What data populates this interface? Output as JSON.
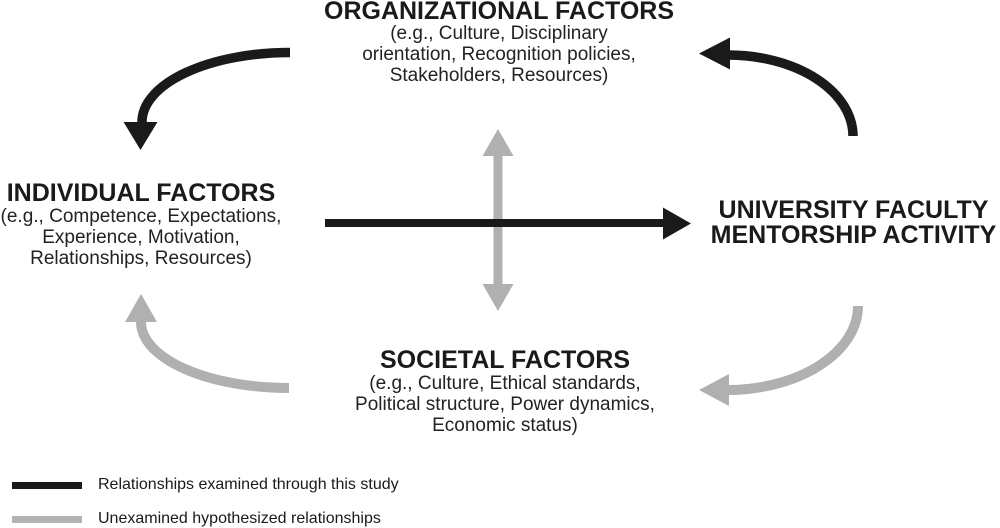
{
  "figure": {
    "type": "conceptual-model-diagram",
    "background": "#ffffff",
    "colors": {
      "examined_relationship": "#1a1a1a",
      "unexamined_relationship": "#b0b0b0",
      "text": "#1a1a1a"
    }
  },
  "nodes": {
    "organizational": {
      "title": "ORGANIZATIONAL FACTORS",
      "subtitle_lines": [
        "(e.g., Culture, Disciplinary",
        "orientation, Recognition policies,",
        "Stakeholders, Resources)"
      ]
    },
    "individual": {
      "title": "INDIVIDUAL FACTORS",
      "subtitle_lines": [
        "(e.g., Competence, Expectations,",
        "Experience, Motivation,",
        "Relationships, Resources)"
      ]
    },
    "university": {
      "title_lines": [
        "UNIVERSITY FACULTY",
        "MENTORSHIP ACTIVITY"
      ]
    },
    "societal": {
      "title": "SOCIETAL FACTORS",
      "subtitle_lines": [
        "(e.g., Culture, Ethical standards,",
        "Political structure, Power dynamics,",
        "Economic status)"
      ]
    }
  },
  "arrows": [
    {
      "name": "organizational-to-individual",
      "from": "organizational",
      "to": "individual",
      "style": "examined"
    },
    {
      "name": "university-to-organizational",
      "from": "university",
      "to": "organizational",
      "style": "examined"
    },
    {
      "name": "individual-to-university",
      "from": "individual",
      "to": "university",
      "style": "examined"
    },
    {
      "name": "organizational-societal-bidirectional",
      "from": "organizational",
      "to": "societal",
      "style": "unexamined",
      "bidirectional": true
    },
    {
      "name": "societal-to-individual",
      "from": "societal",
      "to": "individual",
      "style": "unexamined"
    },
    {
      "name": "university-to-societal",
      "from": "university",
      "to": "societal",
      "style": "unexamined"
    }
  ],
  "legend": {
    "items": [
      {
        "swatch": "black",
        "label": "Relationships examined through this study"
      },
      {
        "swatch": "gray",
        "label": "Unexamined hypothesized relationships"
      }
    ]
  }
}
